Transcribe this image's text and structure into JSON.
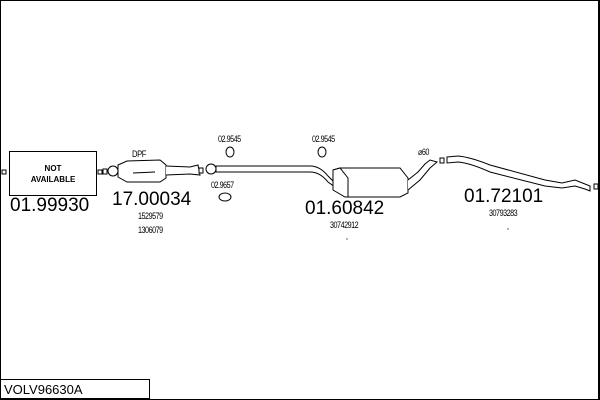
{
  "diagram": {
    "code": "VOLV96630A",
    "parts": [
      {
        "number": "01.99930",
        "box_line1": "NOT",
        "box_line2": "AVAILABLE"
      },
      {
        "number": "17.00034",
        "tag": "DPF",
        "refs": [
          "1529579",
          "1306079"
        ]
      },
      {
        "number": "01.60842",
        "refs": [
          "30742912"
        ]
      },
      {
        "number": "01.72101",
        "refs": [
          "30793283"
        ]
      }
    ],
    "accessories": [
      {
        "number": "02.9545"
      },
      {
        "number": "02.9657"
      },
      {
        "number": "02.9545"
      }
    ],
    "diameter_label": "⌀60"
  }
}
